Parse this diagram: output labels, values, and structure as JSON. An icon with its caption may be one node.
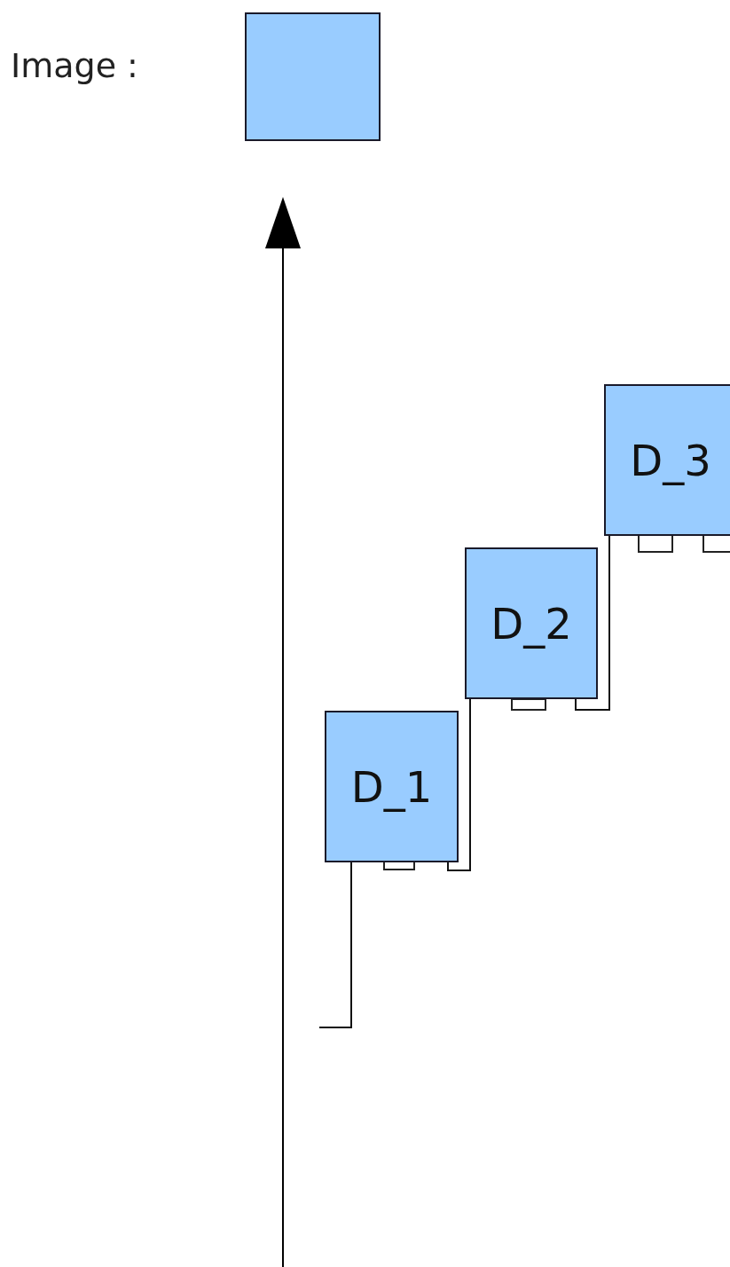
{
  "diagram": {
    "nodes": [
      {
        "text": [],
        "shape": "box",
        "beside": [
          "Image :"
        ]
      },
      {
        "text": [
          "D_1"
        ]
      },
      {
        "text": [
          "D_2"
        ]
      },
      {
        "text": [
          "D_3"
        ]
      }
    ],
    "edges": [
      {
        "from": 1,
        "to": null,
        "arrow": "none"
      },
      {
        "from": 1,
        "to": 2,
        "arrow": "none"
      },
      {
        "from": 2,
        "to": 3,
        "arrow": "none"
      }
    ]
  }
}
